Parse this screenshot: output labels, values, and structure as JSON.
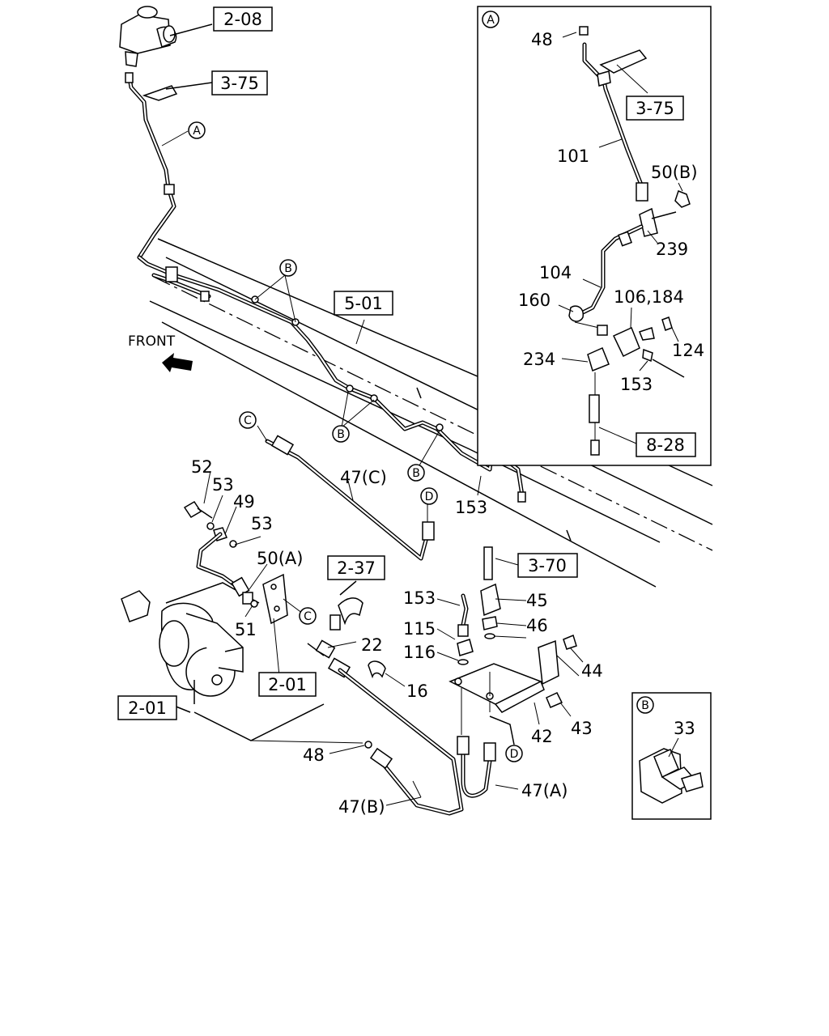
{
  "orientation": {
    "label": "FRONT"
  },
  "reference_boxes": [
    "2-08",
    "3-75",
    "5-01",
    "2-37",
    "2-01",
    "3-70",
    "8-28"
  ],
  "circle_markers": [
    "A",
    "B",
    "C",
    "D"
  ],
  "main_labels": {
    "p47c": "47(C)",
    "p153": "153",
    "p52": "52",
    "p53": "53",
    "p49": "49",
    "p53b": "53",
    "p50a": "50(A)",
    "p51": "51",
    "p22": "22",
    "p16": "16",
    "p48": "48",
    "p47b": "47(B)",
    "p47a": "47(A)",
    "p42": "42",
    "p43": "43",
    "p44": "44",
    "p45": "45",
    "p46": "46",
    "p115": "115",
    "p116": "116",
    "p153b": "153"
  },
  "detail_a": {
    "marker": "A",
    "labels": {
      "p48": "48",
      "p101": "101",
      "p50b": "50(B)",
      "p239": "239",
      "p104": "104",
      "p160": "160",
      "p106": "106,184",
      "p124": "124",
      "p234": "234",
      "p153": "153"
    }
  },
  "detail_b": {
    "marker": "B",
    "labels": {
      "p33": "33"
    }
  }
}
